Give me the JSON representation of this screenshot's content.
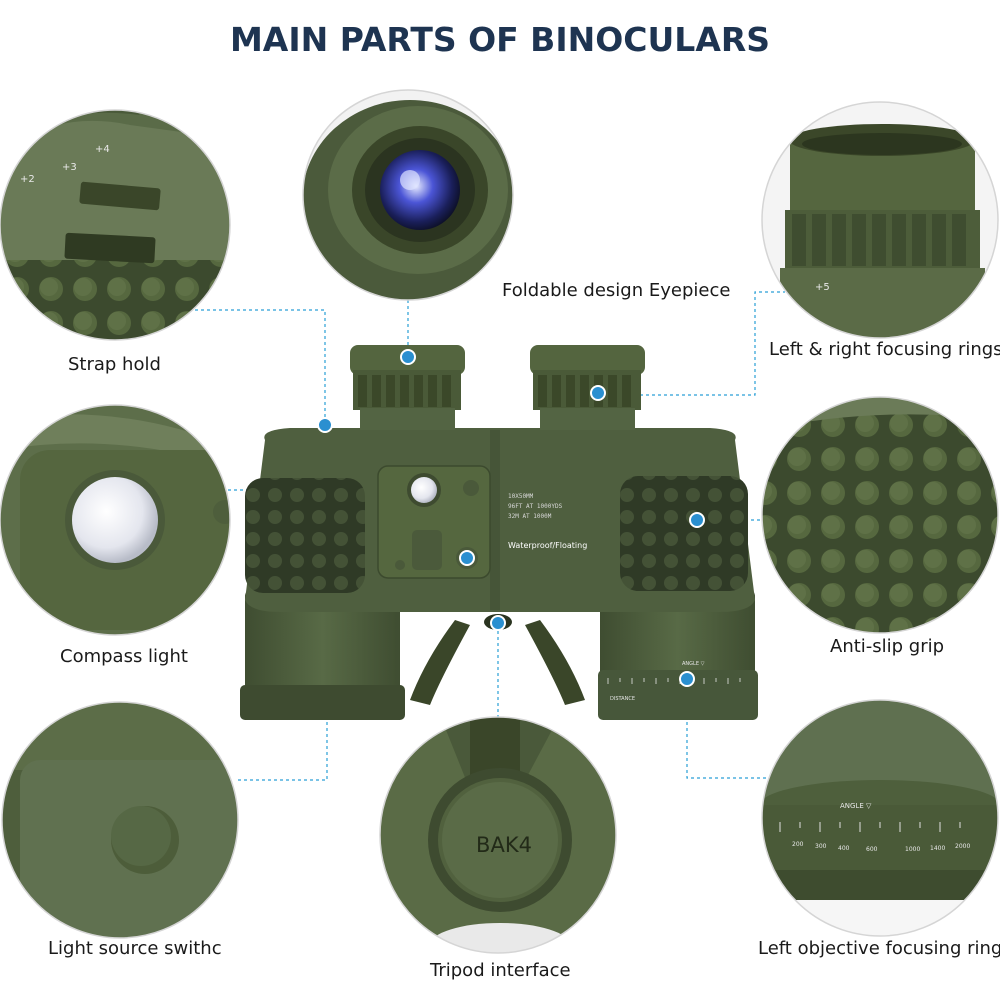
{
  "title": "MAIN PARTS OF BINOCULARS",
  "labels": {
    "strap_hold": "Strap hold",
    "eyepiece": "Foldable design Eyepiece",
    "focusing_rings": "Left & right focusing rings",
    "anti_slip": "Anti-slip grip",
    "compass_light": "Compass light",
    "light_switch": "Light source swithc",
    "tripod": "Tripod interface",
    "objective_ring": "Left objective focusing ring"
  },
  "product_text": {
    "spec_line1": "10X50MM",
    "spec_line2": "96FT AT 1000YDS",
    "spec_line3": "32M AT 1000M",
    "spec_line4": "Waterproof/Floating",
    "angle": "ANGLE ▽",
    "distance": "DISTANCE",
    "bak4": "BAK4",
    "diopter_plus2": "+2",
    "diopter_plus3": "+3",
    "diopter_plus4": "+4",
    "ring_plus5": "+5",
    "scale_200": "200",
    "scale_300": "300",
    "scale_400": "400",
    "scale_600": "600",
    "scale_1000": "1000",
    "scale_1400": "1400",
    "scale_2000": "2000"
  },
  "colors": {
    "body_green": "#4f5f3f",
    "dark_green": "#3c4a2e",
    "light_green": "#6d7d5a",
    "rubber": "#2f3a26",
    "title": "#1e3451",
    "leader_line": "#2a9fd6",
    "dot": "#2a8fd0"
  }
}
